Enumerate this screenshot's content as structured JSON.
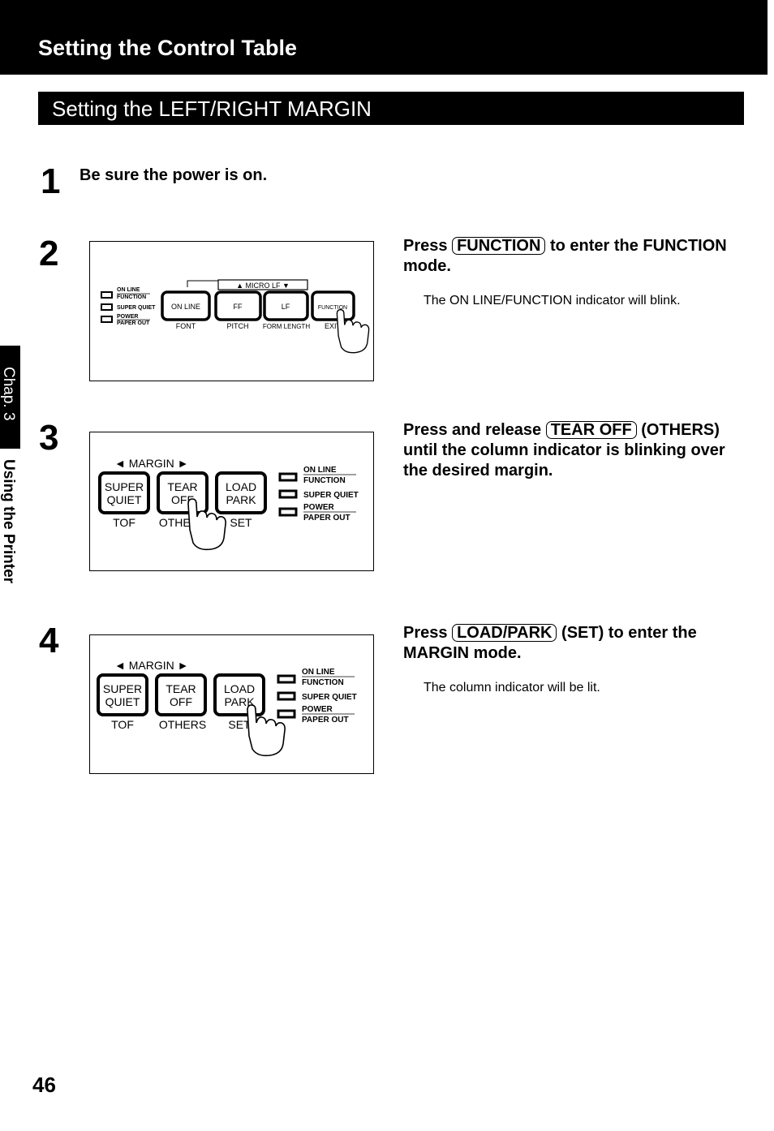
{
  "header": {
    "title": "Setting the Control Table"
  },
  "section": {
    "title": "Setting the LEFT/RIGHT MARGIN"
  },
  "sidebar": {
    "tab_label": "Chap. 3",
    "chapter_title": "Using the Printer"
  },
  "steps": [
    {
      "number": "1",
      "text": "Be sure the power is on."
    },
    {
      "number": "2",
      "instruction_prefix": "Press",
      "key": "FUNCTION",
      "instruction_suffix": "to enter the FUNCTION mode.",
      "note": "The ON LINE/FUNCTION indicator will blink.",
      "panel": {
        "indicators": [
          "ON LINE",
          "FUNCTION",
          "SUPER QUIET",
          "POWER",
          "PAPER OUT"
        ],
        "bracket_label": "▲ MICRO LF ▼",
        "buttons": [
          "ON LINE",
          "FF",
          "LF",
          "FUNCTION"
        ],
        "sub_labels": [
          "FONT",
          "PITCH",
          "FORM LENGTH",
          "EXIT"
        ]
      }
    },
    {
      "number": "3",
      "instruction_prefix": "Press and release",
      "key": "TEAR OFF",
      "instruction_suffix": "(OTHERS) until the column indicator is blinking over the desired margin.",
      "panel": {
        "margin_label": "◄ MARGIN ►",
        "buttons": [
          {
            "line1": "SUPER",
            "line2": "QUIET",
            "below": "TOF"
          },
          {
            "line1": "TEAR",
            "line2": "OFF",
            "below": "OTHERS"
          },
          {
            "line1": "LOAD",
            "line2": "PARK",
            "below": "SET"
          }
        ],
        "indicators": [
          "ON LINE",
          "FUNCTION",
          "SUPER QUIET",
          "POWER",
          "PAPER OUT"
        ]
      }
    },
    {
      "number": "4",
      "instruction_prefix": "Press",
      "key": "LOAD/PARK",
      "instruction_suffix": "(SET) to enter the MARGIN mode.",
      "note": "The column indicator will be lit.",
      "panel": {
        "margin_label": "◄ MARGIN ►",
        "buttons": [
          {
            "line1": "SUPER",
            "line2": "QUIET",
            "below": "TOF"
          },
          {
            "line1": "TEAR",
            "line2": "OFF",
            "below": "OTHERS"
          },
          {
            "line1": "LOAD",
            "line2": "PARK",
            "below": "SET"
          }
        ],
        "indicators": [
          "ON LINE",
          "FUNCTION",
          "SUPER QUIET",
          "POWER",
          "PAPER OUT"
        ]
      }
    }
  ],
  "footer": {
    "page_number": "46"
  }
}
